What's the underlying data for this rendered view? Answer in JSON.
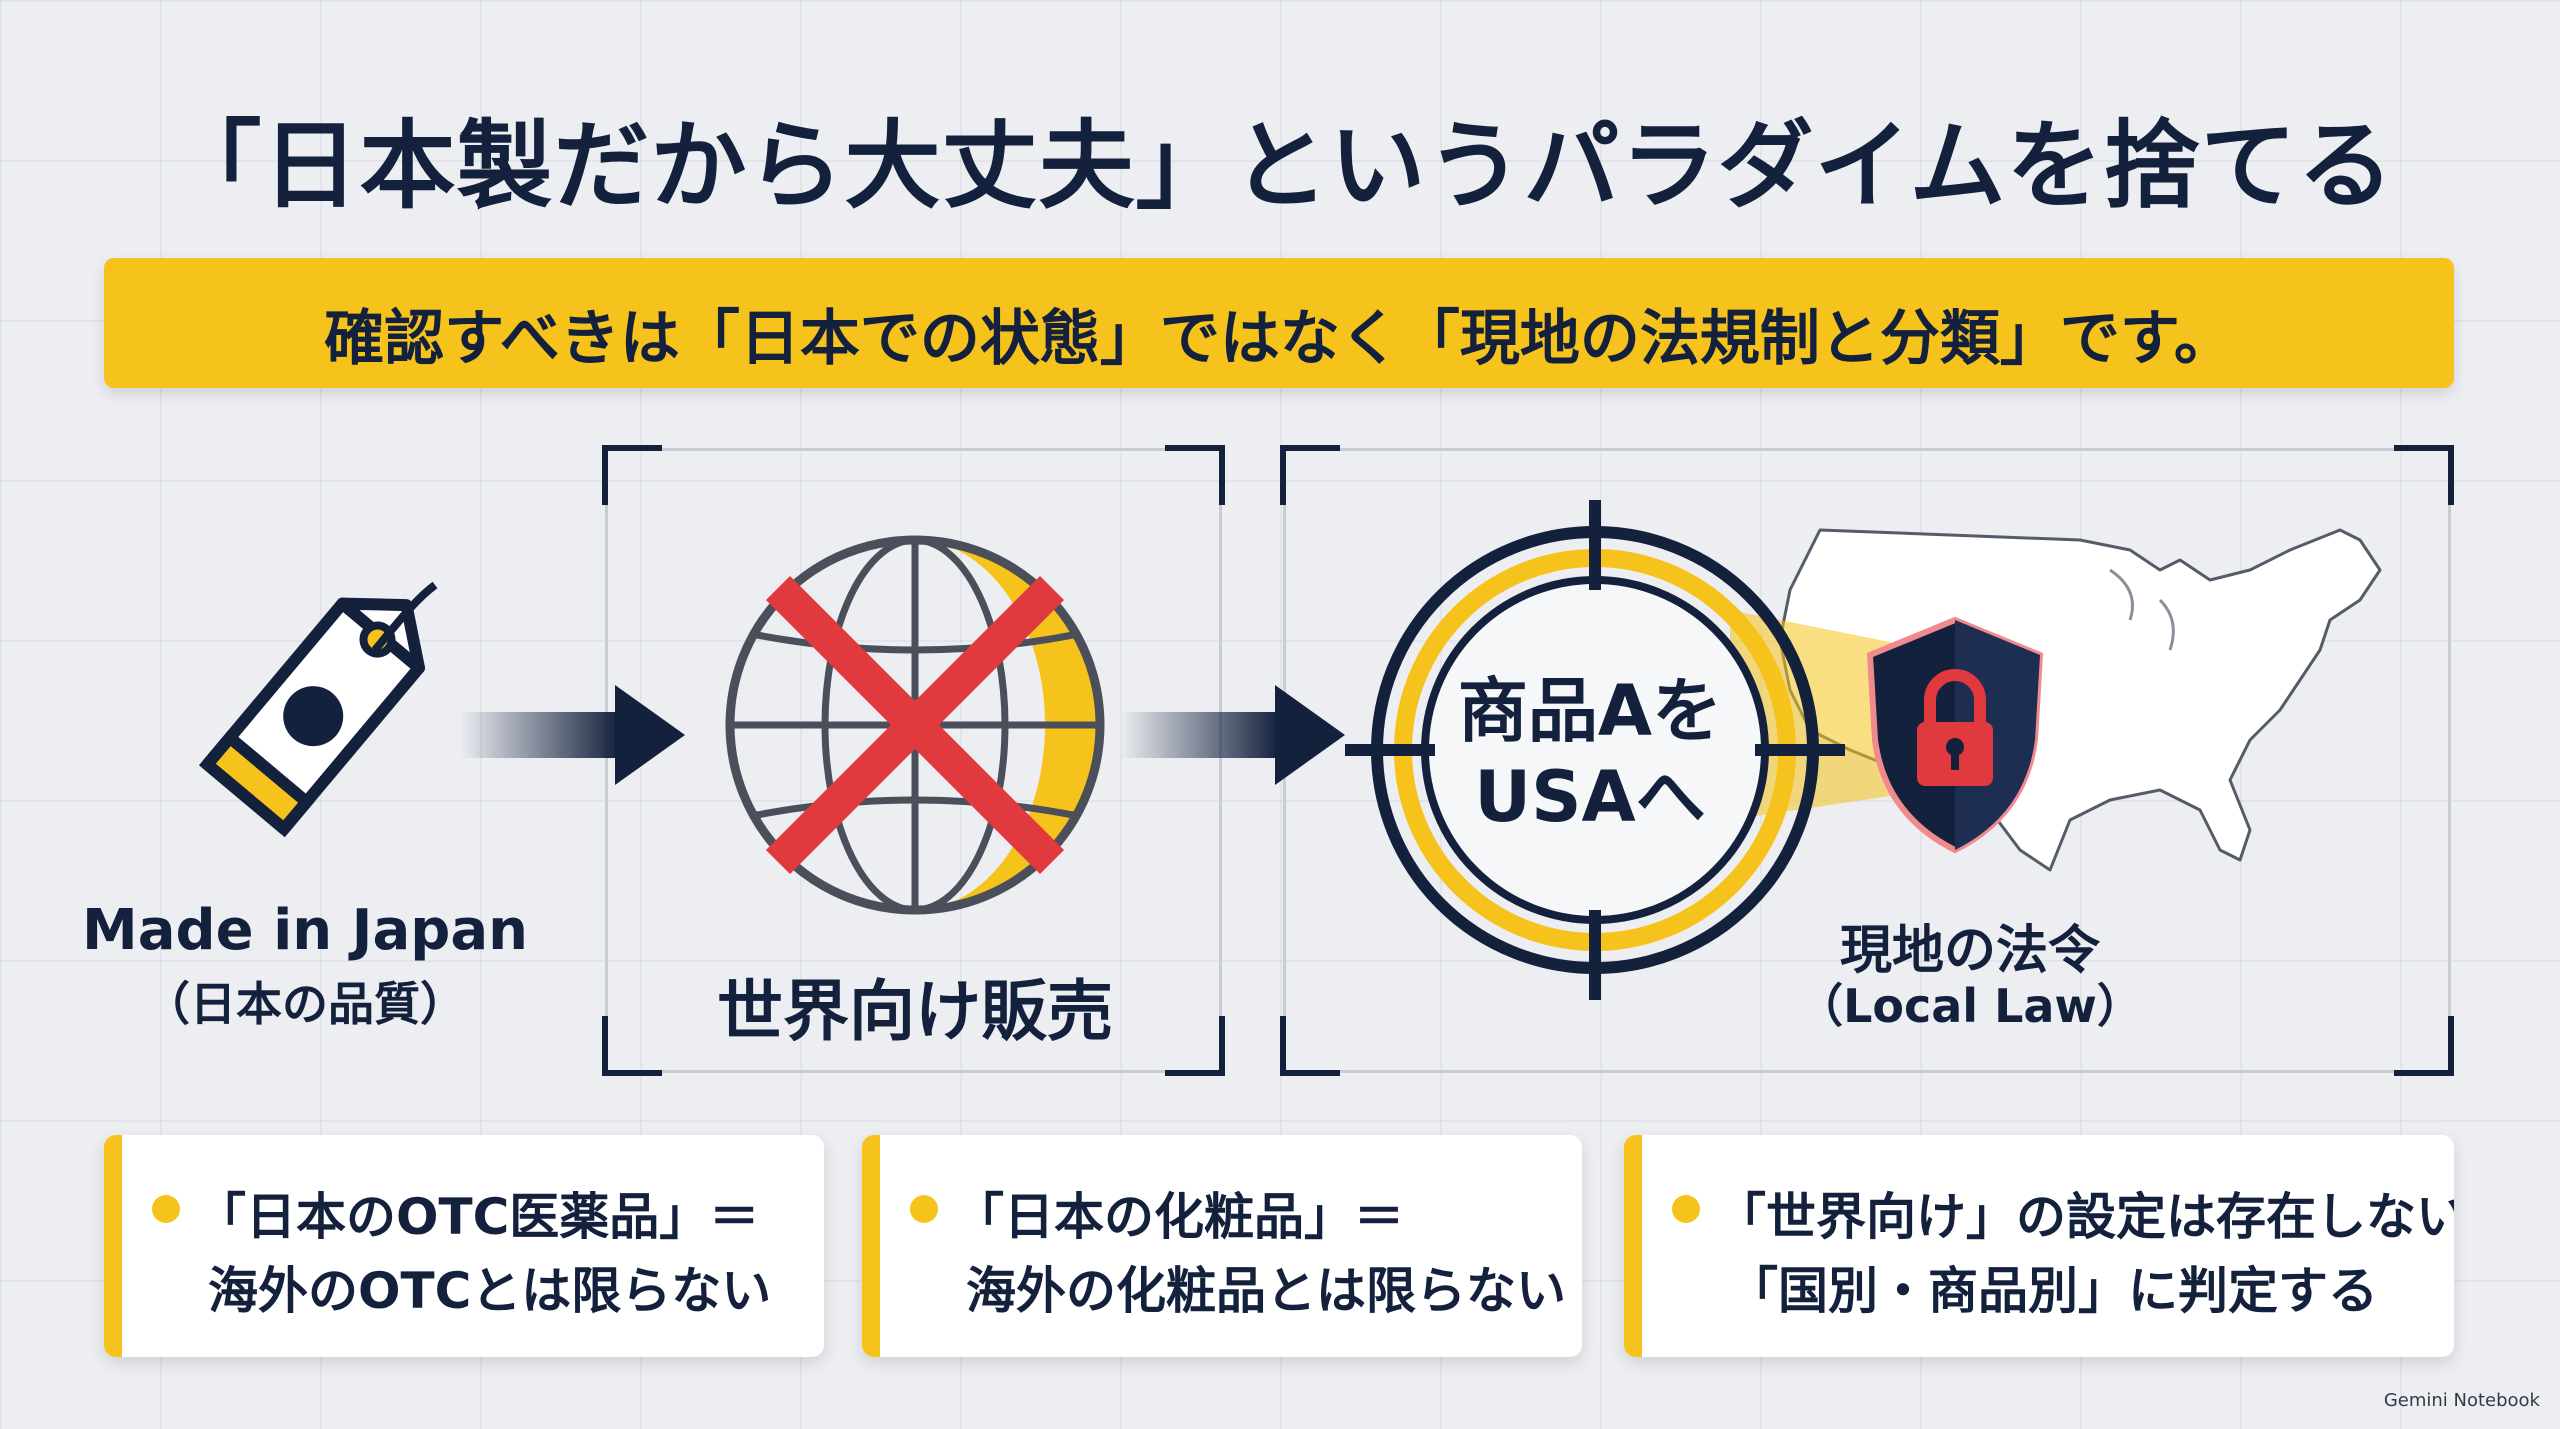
{
  "title": "「日本製だから大丈夫」というパラダイムを捨てる",
  "subtitle": "確認すべきは「日本での状態」ではなく「現地の法規制と分類」です。",
  "flow": {
    "tag": {
      "label_en": "Made in Japan",
      "label_ja": "（日本の品質）",
      "icon": "price-tag-icon"
    },
    "world": {
      "label": "世界向け販売",
      "icon": "globe-crossed-icon"
    },
    "target": {
      "line1": "商品Aを",
      "line2": "USAへ",
      "icon": "crosshair-target-icon"
    },
    "local_law": {
      "label_ja": "現地の法令",
      "label_en": "（Local Law）",
      "icons": [
        "shield-lock-icon",
        "usa-map-icon"
      ]
    }
  },
  "cards": [
    {
      "line1": "「日本のOTC医薬品」＝",
      "line2": "海外のOTCとは限らない"
    },
    {
      "line1": "「日本の化粧品」＝",
      "line2": "海外の化粧品とは限らない"
    },
    {
      "line1": "「世界向け」の設定は存在しない。",
      "line2": "「国別・商品別」に判定する"
    }
  ],
  "watermark": "Gemini Notebook",
  "colors": {
    "navy": "#14213d",
    "yellow": "#f6c21c",
    "red": "#e0393e",
    "background": "#eceef2"
  }
}
